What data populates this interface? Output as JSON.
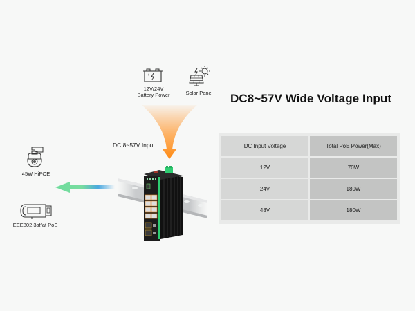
{
  "headline": "DC8~57V Wide Voltage Input",
  "power_sources": [
    {
      "icon": "battery-icon",
      "label_line1": "12V/24V",
      "label_line2": "Battery Power"
    },
    {
      "icon": "solar-panel-icon",
      "label_line1": "Solar Panel",
      "label_line2": ""
    }
  ],
  "input_label": "DC 8~57V Input",
  "devices": [
    {
      "icon": "ptz-camera-icon",
      "label": "45W HiPOE"
    },
    {
      "icon": "bullet-camera-icon",
      "label": "IEEE802.3af/at PoE"
    }
  ],
  "product": {
    "name": "industrial-poe-switch",
    "rail": "din-rail"
  },
  "colors": {
    "background": "#f7f8f7",
    "input_arrow": "#ff8c1a",
    "output_arrow_green": "#6fdc9c",
    "output_arrow_blue": "#4aa8e0",
    "switch_body": "#1c1c1c",
    "switch_accent": "#2ecc71",
    "header_left": "#d6d7d6",
    "header_right": "#c3c4c3"
  },
  "table": {
    "headers": [
      "DC Input Voltage",
      "Total PoE Power(Max)"
    ],
    "rows": [
      [
        "12V",
        "70W"
      ],
      [
        "24V",
        "180W"
      ],
      [
        "48V",
        "180W"
      ]
    ]
  }
}
